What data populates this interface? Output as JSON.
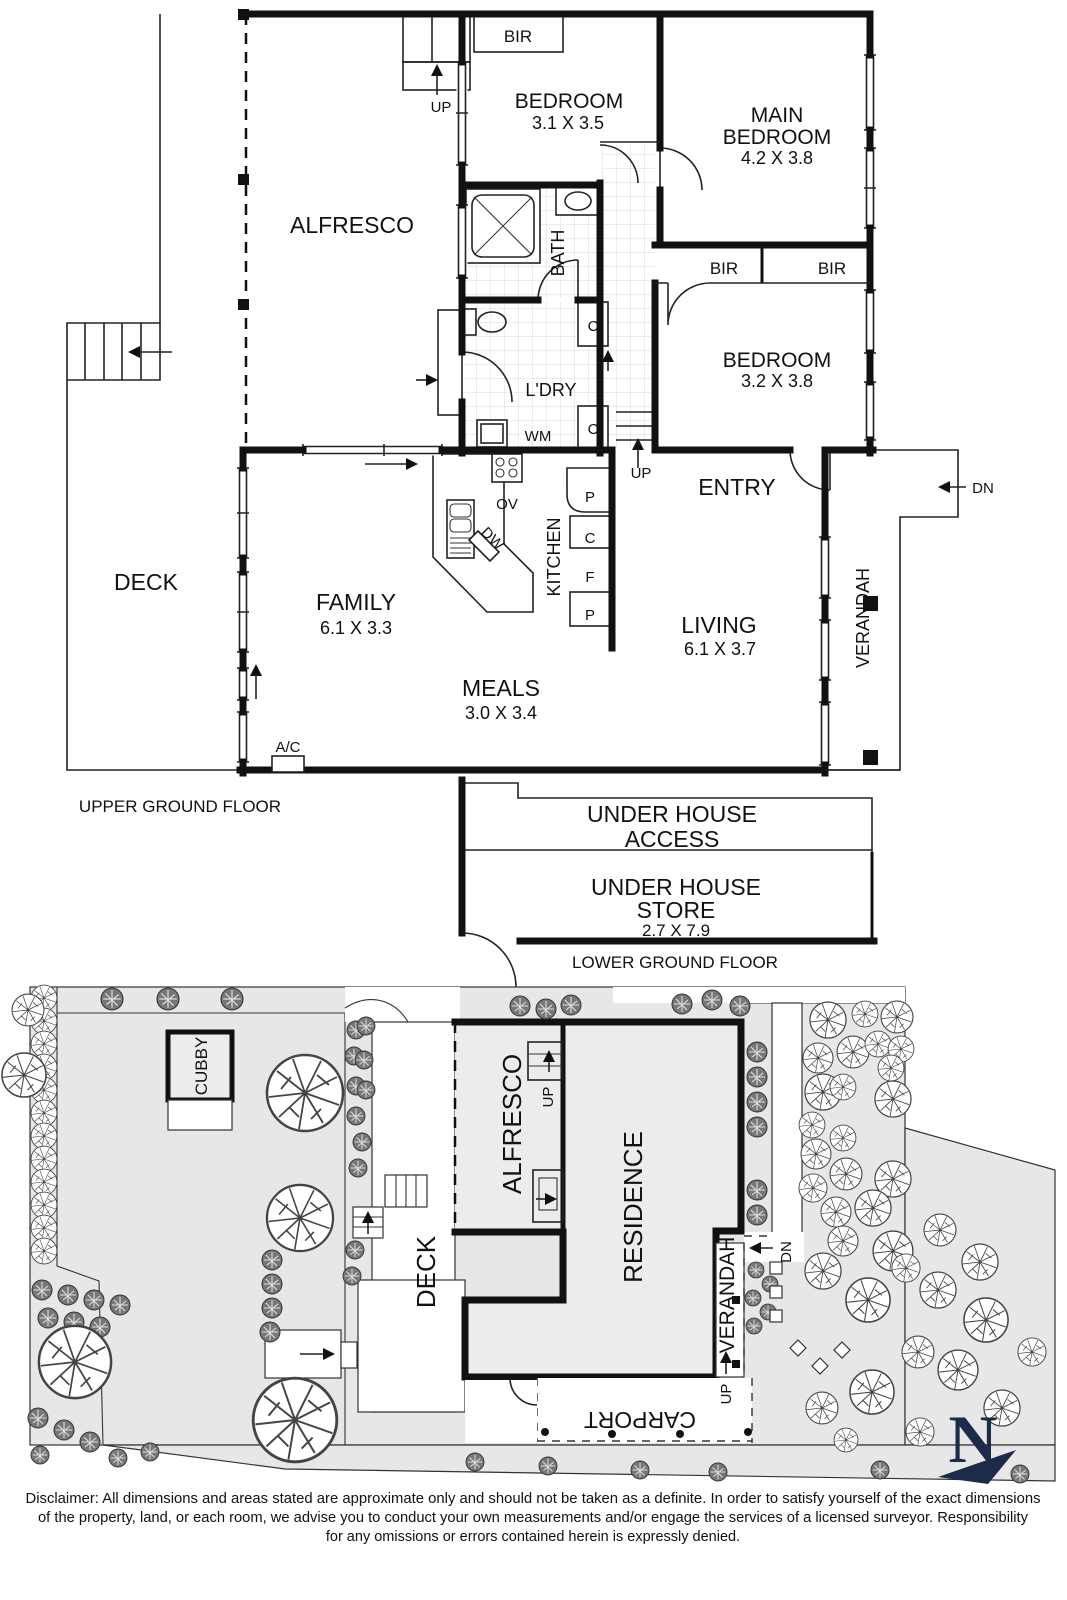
{
  "colors": {
    "wall": "#111111",
    "thin_line": "#222222",
    "site_gray": "#e7e7e7",
    "residence_gray": "#ececec",
    "compass_navy": "#1c2b4a",
    "shrub_gray": "#777777"
  },
  "upper": {
    "floor_label": "UPPER GROUND FLOOR",
    "alfresco": "ALFRESCO",
    "deck": "DECK",
    "bir_top": "BIR",
    "bir_left": "BIR",
    "bir_right": "BIR",
    "bedroom2": {
      "name": "BEDROOM",
      "dims": "3.1 X 3.5"
    },
    "main_bedroom": {
      "l1": "MAIN",
      "l2": "BEDROOM",
      "dims": "4.2 X 3.8"
    },
    "bedroom3": {
      "name": "BEDROOM",
      "dims": "3.2 X 3.8"
    },
    "bath": "BATH",
    "laundry": "L'DRY",
    "wm": "WM",
    "closet_hall_top": "C",
    "closet_hall_bottom": "C",
    "up_stairs_top": "UP",
    "up_stairs_entry": "UP",
    "dn_verandah": "DN",
    "entry": "ENTRY",
    "kitchen": "KITCHEN",
    "oven": "OV",
    "dishwasher": "DW",
    "pantry_top": "P",
    "closet_kitchen": "C",
    "fridge": "F",
    "pantry_bottom": "P",
    "family": {
      "name": "FAMILY",
      "dims": "6.1 X 3.3"
    },
    "meals": {
      "name": "MEALS",
      "dims": "3.0 X 3.4"
    },
    "living": {
      "name": "LIVING",
      "dims": "6.1 X 3.7"
    },
    "verandah": "VERANDAH",
    "ac": "A/C"
  },
  "lower": {
    "floor_label": "LOWER GROUND FLOOR",
    "access": {
      "l1": "UNDER HOUSE",
      "l2": "ACCESS"
    },
    "store": {
      "l1": "UNDER HOUSE",
      "l2": "STORE",
      "dims": "2.7 X 7.9"
    }
  },
  "site": {
    "cubby": "CUBBY",
    "alfresco": "ALFRESCO",
    "residence": "RESIDENCE",
    "deck": "DECK",
    "verandah": "VERANDAH",
    "carport": "CARPORT",
    "up_alfresco": "UP",
    "up_verandah": "UP",
    "dn_path": "DN",
    "compass": "N"
  },
  "disclaimer": {
    "line1": "Disclaimer: All dimensions and areas stated are approximate only and should not be taken as a definite. In order to satisfy yourself of the exact dimensions",
    "line2": "of the property, land, or each room, we advise you to conduct your own measurements and/or engage the services of a licensed surveyor. Responsibility",
    "line3": "for any omissions or errors contained herein is expressly denied."
  }
}
